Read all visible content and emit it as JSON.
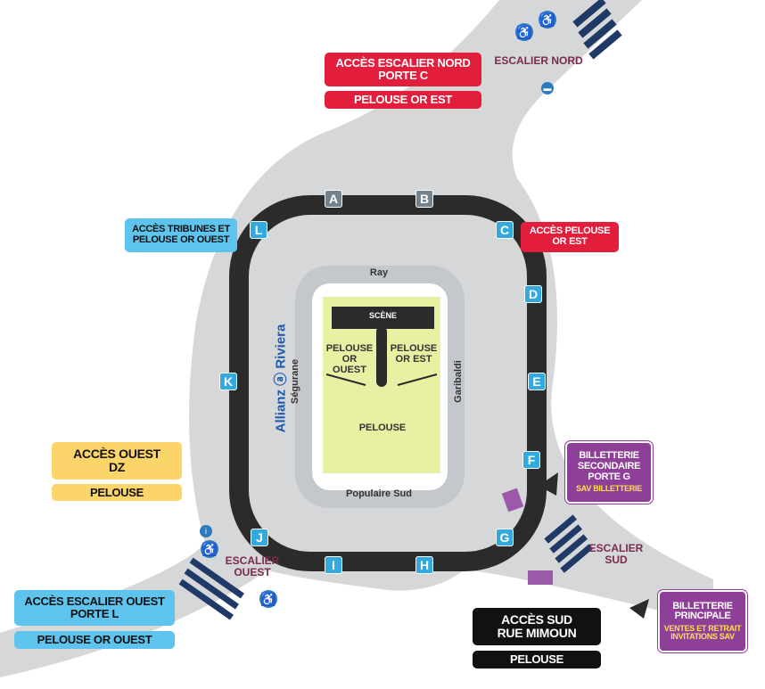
{
  "colors": {
    "road": "#d6d7d8",
    "track": "#2b2b2b",
    "seating": "#c4c8cc",
    "pitch": "#e8f0a4",
    "red": "#e31e3c",
    "blue": "#5ec4ee",
    "yellow": "#fbd46a",
    "purple": "#8e3f98",
    "gate": "#32a9df",
    "stadium_name": "#1e5aa8"
  },
  "labels": {
    "acces_escalier_nord": "ACCÈS ESCALIER NORD",
    "porte_c": "PORTE C",
    "pelouse_or_est": "PELOUSE OR EST",
    "escalier_nord": "ESCALIER NORD",
    "acces_tribunes_1": "ACCÈS TRIBUNES ET",
    "acces_tribunes_2": "PELOUSE OR OUEST",
    "acces_pelouse_or_est_1": "ACCÈS PELOUSE",
    "acces_pelouse_or_est_2": "OR EST",
    "acces_ouest_1": "ACCÈS OUEST",
    "acces_ouest_2": "DZ",
    "pelouse_yellow": "PELOUSE",
    "billetterie_sec_1": "BILLETTERIE",
    "billetterie_sec_2": "SECONDAIRE",
    "billetterie_sec_3": "PORTE G",
    "billetterie_sec_sub": "SAV BILLETTERIE",
    "escalier_sud_1": "ESCALIER",
    "escalier_sud_2": "SUD",
    "escalier_ouest_1": "ESCALIER",
    "escalier_ouest_2": "OUEST",
    "acces_escalier_ouest_1": "ACCÈS ESCALIER OUEST",
    "acces_escalier_ouest_2": "PORTE L",
    "pelouse_or_ouest": "PELOUSE OR OUEST",
    "acces_sud_1": "ACCÈS SUD",
    "acces_sud_2": "RUE MIMOUN",
    "pelouse_black": "PELOUSE",
    "billetterie_princ_1": "BILLETTERIE",
    "billetterie_princ_2": "PRINCIPALE",
    "billetterie_princ_sub_1": "VENTES ET RETRAIT",
    "billetterie_princ_sub_2": "INVITATIONS SAV"
  },
  "stadium": {
    "name_1": "Allianz",
    "name_2": "Riviera",
    "logo_letters": "ⓐ",
    "stand_north": "Ray",
    "stand_south": "Populaire Sud",
    "stand_west": "Ségurane",
    "stand_east": "Garibaldi",
    "scene": "SCÈNE",
    "pelouse_or_ouest_1": "PELOUSE",
    "pelouse_or_ouest_2": "OR OUEST",
    "pelouse_or_est_1": "PELOUSE",
    "pelouse_or_est_2": "OR EST",
    "pelouse_center": "PELOUSE"
  },
  "gates": {
    "A": "A",
    "B": "B",
    "C": "C",
    "D": "D",
    "E": "E",
    "F": "F",
    "G": "G",
    "H": "H",
    "I": "I",
    "J": "J",
    "K": "K",
    "L": "L"
  },
  "icons": {
    "wheelchair": "♿",
    "info": "i",
    "bus": "▬"
  }
}
